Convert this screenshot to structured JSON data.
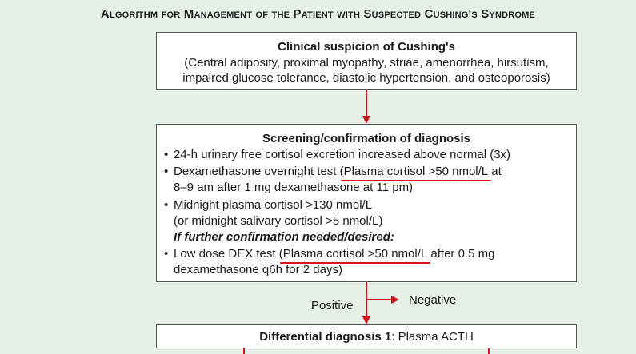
{
  "title": "Algorithm for Management of the Patient with Suspected Cushing's Syndrome",
  "box1": {
    "heading": "Clinical suspicion of Cushing's",
    "line1": "(Central adiposity, proximal myopathy, striae, amenorrhea, hirsutism,",
    "line2": "impaired glucose tolerance, diastolic hypertension, and osteoporosis)"
  },
  "box2": {
    "heading": "Screening/confirmation of diagnosis",
    "b1": "24-h urinary free cortisol excretion increased above normal (3x)",
    "b2_pre": "Dexamethasone overnight test (",
    "b2_ul": "Plasma cortisol >50 nmol/L",
    "b2_post": " at",
    "b2_line2": "8–9 am after 1 mg dexamethasone at 11 pm)",
    "b3_line1": "Midnight plasma cortisol >130 nmol/L",
    "b3_line2": "(or midnight salivary cortisol >5 nmol/L)",
    "further": "If further confirmation needed/desired:",
    "b4_pre": "Low dose DEX test (",
    "b4_ul": "Plasma cortisol >50 nmol/L",
    "b4_post": " after 0.5 mg",
    "b4_line2": "dexamethasone q6h for 2 days)",
    "bullet": "•"
  },
  "labels": {
    "positive": "Positive",
    "negative": "Negative"
  },
  "box3": {
    "bold": "Differential diagnosis 1",
    "rest": ": Plasma ACTH"
  },
  "colors": {
    "background": "#e6f0e6",
    "arrow": "#d4141e",
    "underline": "#d4141e"
  }
}
